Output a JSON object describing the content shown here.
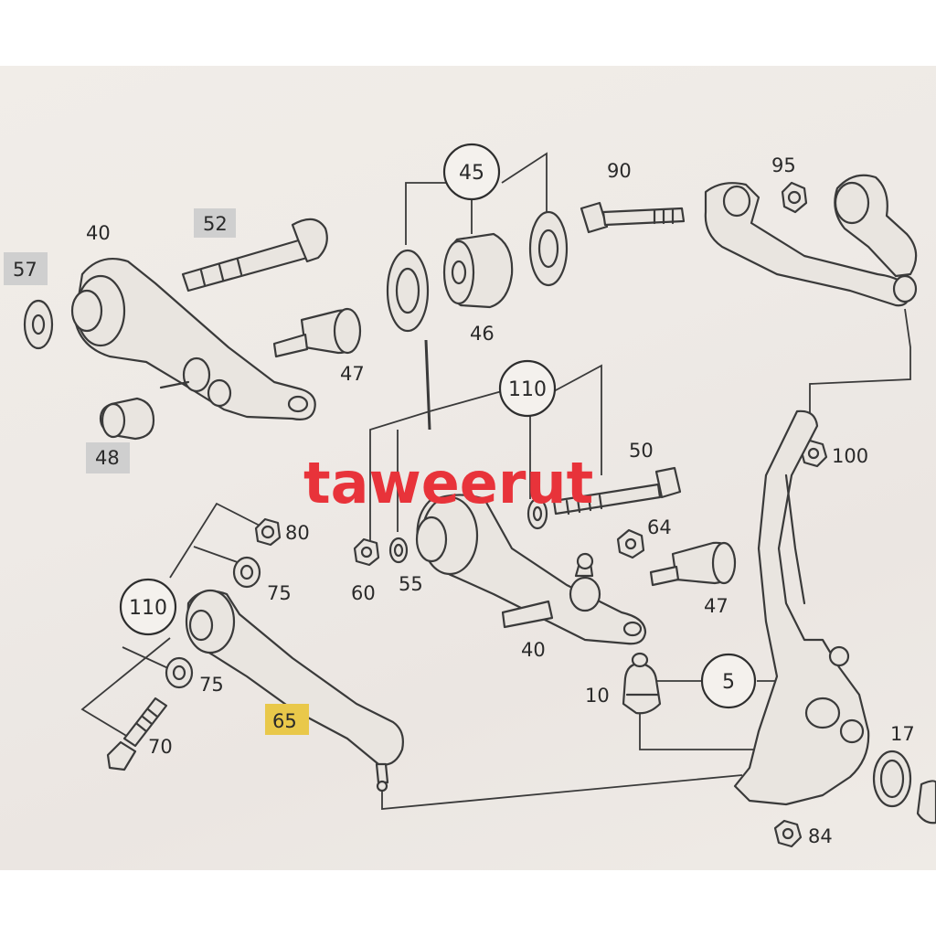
{
  "watermark": "taweerut",
  "callouts": {
    "c45": "45",
    "c110_top": "110",
    "c110_left": "110",
    "c5": "5"
  },
  "labels": {
    "l40_top": "40",
    "l52": "52",
    "l57": "57",
    "l47_top": "47",
    "l48": "48",
    "l46": "46",
    "l90": "90",
    "l95": "95",
    "l100": "100",
    "l50": "50",
    "l64": "64",
    "l47_right": "47",
    "l80": "80",
    "l75_top": "75",
    "l60": "60",
    "l55": "55",
    "l40_mid": "40",
    "l75_bottom": "75",
    "l65": "65",
    "l70": "70",
    "l10": "10",
    "l17": "17",
    "l84": "84"
  },
  "colors": {
    "watermark": "#e8333a",
    "gray_highlight": "#cfcfcf",
    "yellow_highlight": "#e9c84a",
    "line": "#3a3a3a"
  }
}
